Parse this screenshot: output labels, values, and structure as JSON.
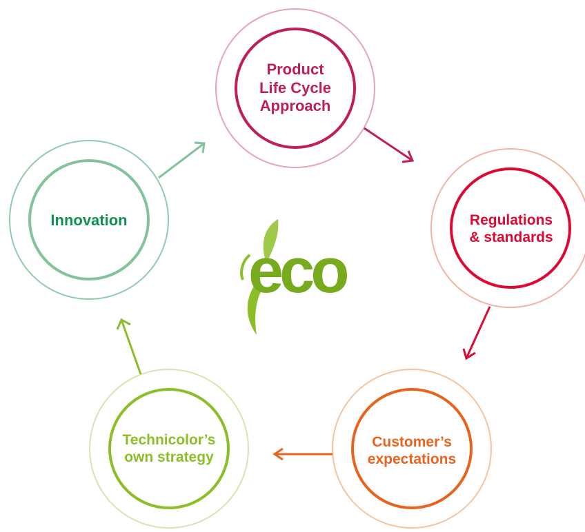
{
  "diagram": {
    "nodes": [
      {
        "id": "product",
        "label": "Product\nLife Cycle\nApproach",
        "color": "#be1e5a",
        "outer_color": "#e2a4b7"
      },
      {
        "id": "regulations",
        "label": "Regulations\n& standards",
        "color": "#dc0a32",
        "outer_color": "#f2b4a2"
      },
      {
        "id": "customer",
        "label": "Customer’s\nexpectations",
        "color": "#e8641e",
        "outer_color": "#f5c3a0"
      },
      {
        "id": "technicolor",
        "label": "Technicolor’s\nown strategy",
        "color": "#8cbe28",
        "outer_color": "#d4e6b0"
      },
      {
        "id": "innovation",
        "label": "Innovation",
        "color": "#0f9150",
        "outer_color": "#8fccaa",
        "inner_color": "#82c39b"
      }
    ],
    "arrows": [
      {
        "from": "product",
        "to": "regulations",
        "color": "#be1e5a"
      },
      {
        "from": "regulations",
        "to": "customer",
        "color": "#dc0a32"
      },
      {
        "from": "customer",
        "to": "technicolor",
        "color": "#e8641e"
      },
      {
        "from": "technicolor",
        "to": "innovation",
        "color": "#8cbe28"
      },
      {
        "from": "innovation",
        "to": "product",
        "color": "#82c39b"
      }
    ],
    "logo": {
      "text": "eco",
      "color": "#78aa1e"
    }
  }
}
